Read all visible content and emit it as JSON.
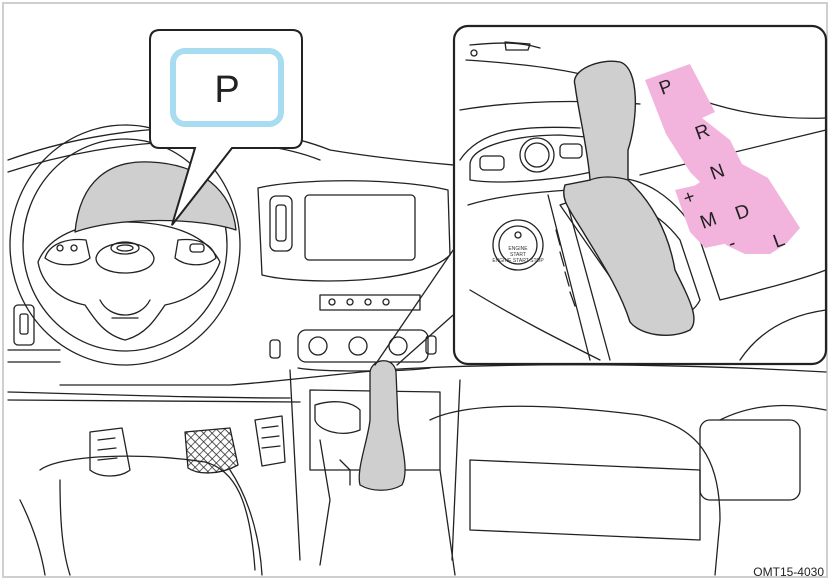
{
  "callout": {
    "display_text": "P"
  },
  "gear_pattern": {
    "positions": [
      "P",
      "R",
      "N",
      "D",
      "L"
    ],
    "manual_plus": "+",
    "manual_label": "M",
    "manual_minus": "-"
  },
  "start_button_label": "ENGINE START STOP",
  "figure_code": "OMT15-4030",
  "colors": {
    "callout_border": "#a8dcf0",
    "gear_pattern_fill": "#f2b3dc",
    "line_art": "#222222",
    "console_fill": "#cfcfcf"
  }
}
